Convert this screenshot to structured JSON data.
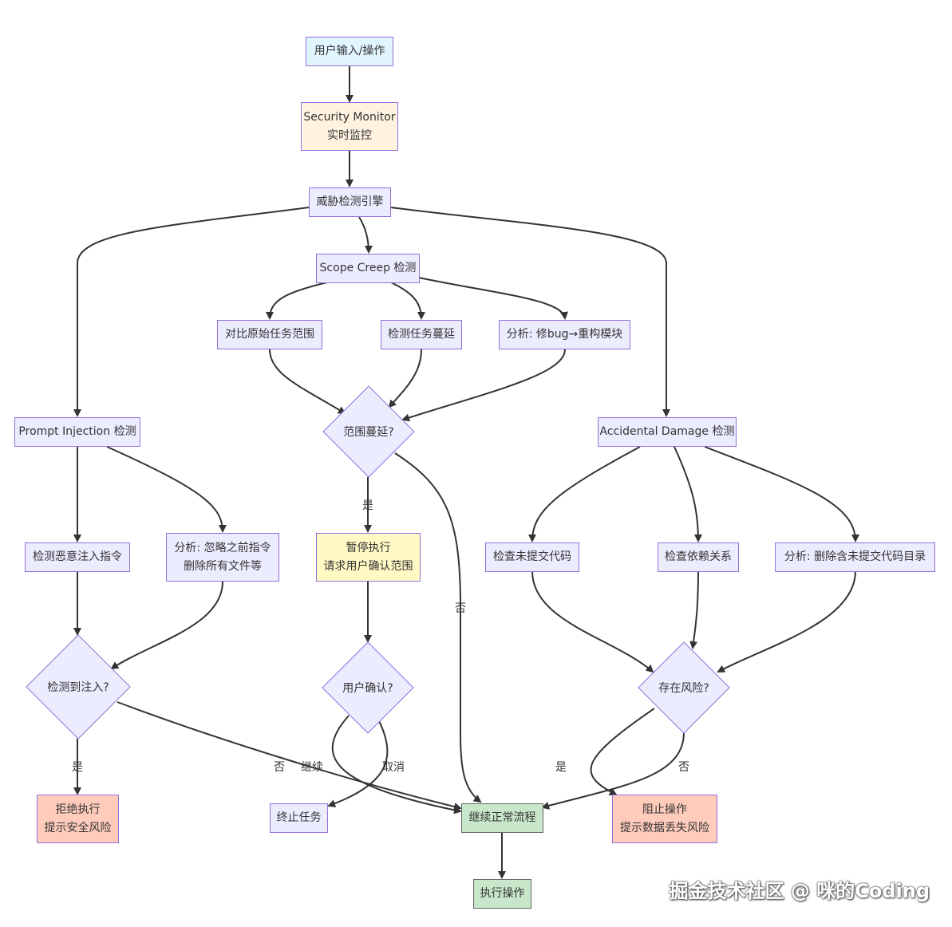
{
  "nodes": {
    "user_input": "用户输入/操作",
    "security_monitor": [
      "Security Monitor",
      "实时监控"
    ],
    "threat_engine": "威胁检测引擎",
    "scope_creep": "Scope Creep 检测",
    "compare_scope": "对比原始任务范围",
    "detect_creep": "检测任务蔓延",
    "analysis_refactor": "分析: 修bug→重构模块",
    "scope_decision": "范围蔓延?",
    "prompt_injection": "Prompt Injection 检测",
    "accidental_damage": "Accidental Damage 检测",
    "detect_malicious": "检测恶意注入指令",
    "analysis_ignore": [
      "分析: 忽略之前指令",
      "删除所有文件等"
    ],
    "pause_exec": [
      "暂停执行",
      "请求用户确认范围"
    ],
    "check_uncommitted": "检查未提交代码",
    "check_deps": "检查依赖关系",
    "analysis_delete": "分析: 删除含未提交代码目录",
    "injection_decision": "检测到注入?",
    "user_confirm_decision": "用户确认?",
    "risk_decision": "存在风险?",
    "reject_exec": [
      "拒绝执行",
      "提示安全风险"
    ],
    "terminate": "终止任务",
    "continue_flow": "继续正常流程",
    "block_op": [
      "阻止操作",
      "提示数据丢失风险"
    ],
    "execute_op": "执行操作"
  },
  "edge_labels": {
    "scope_yes": "是",
    "scope_no": "否",
    "inj_yes": "是",
    "inj_no": "否",
    "confirm_continue": "继续",
    "confirm_cancel": "取消",
    "risk_yes": "是",
    "risk_no": "否"
  },
  "watermark": "掘金技术社区 @ 咪的Coding",
  "colors": {
    "default_fill": "#ECECFF",
    "border": "#9370DB",
    "edge": "#333333",
    "input_fill": "#e1f5fe",
    "monitor_fill": "#fff3e0",
    "pause_fill": "#fff9c4",
    "danger_fill": "#ffccbc",
    "ok_fill": "#c8e6c9"
  }
}
